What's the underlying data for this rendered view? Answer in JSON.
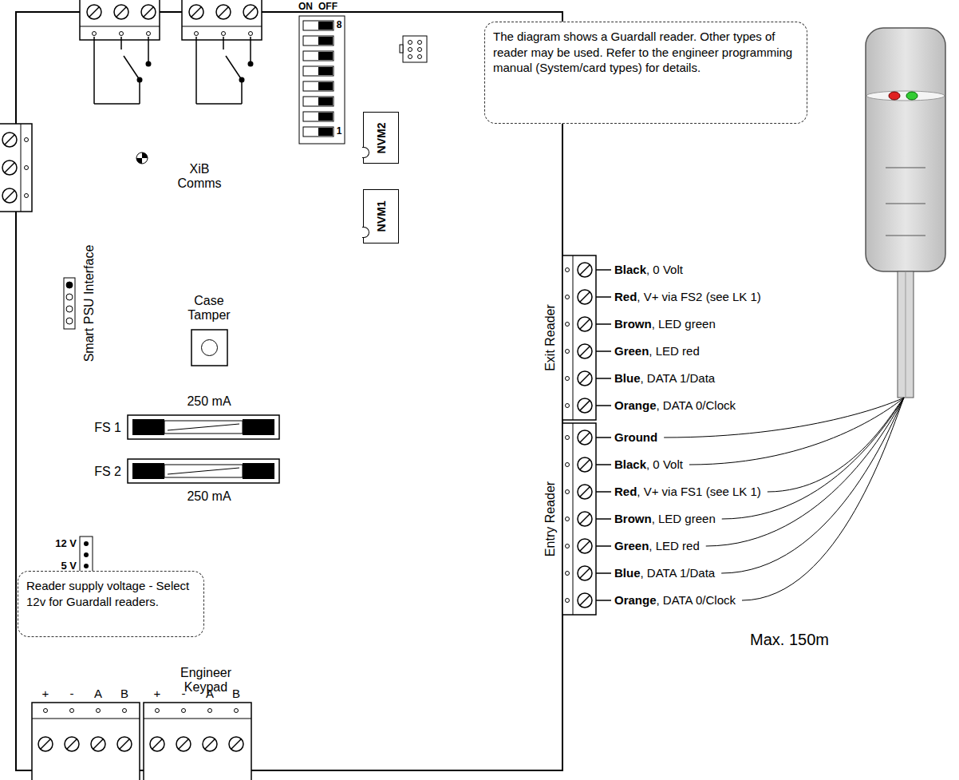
{
  "diagram": {
    "nodes": [
      {
        "text": [
          "The diagram shows a Guardall reader. Other types of reader may be used. Refer to the engineer programming manual (System/card types) for details."
        ]
      },
      {
        "text": [
          "NVM2"
        ]
      },
      {
        "text": [
          "NVM1"
        ]
      },
      {
        "text": [
          "Reader supply voltage - Select 12v for Guardall readers."
        ]
      }
    ],
    "labels": [
      "ON",
      "OFF",
      "8",
      "1",
      "XiB Comms",
      "Smart PSU Interface",
      "Case Tamper",
      "250 mA",
      "FS 1",
      "FS 2",
      "250 mA",
      "12 V",
      "5 V",
      "Engineer Keypad",
      "+",
      "-",
      "A",
      "B",
      "+",
      "-",
      "A",
      "B",
      "Exit Reader",
      "Entry Reader",
      "Black",
      ", 0 Volt",
      "Red",
      ", V+ via FS2 (see LK 1)",
      "Brown",
      ", LED green",
      "Green",
      ", LED red",
      "Blue",
      ", DATA 1/Data",
      "Orange",
      ", DATA 0/Clock",
      "Ground",
      "Black",
      ", 0 Volt",
      "Red",
      ", V+ via FS1 (see LK 1)",
      "Brown",
      ", LED green",
      "Green",
      ", LED red",
      "Blue",
      ", DATA 1/Data",
      "Orange",
      ", DATA 0/Clock",
      "Max. 150m"
    ]
  }
}
